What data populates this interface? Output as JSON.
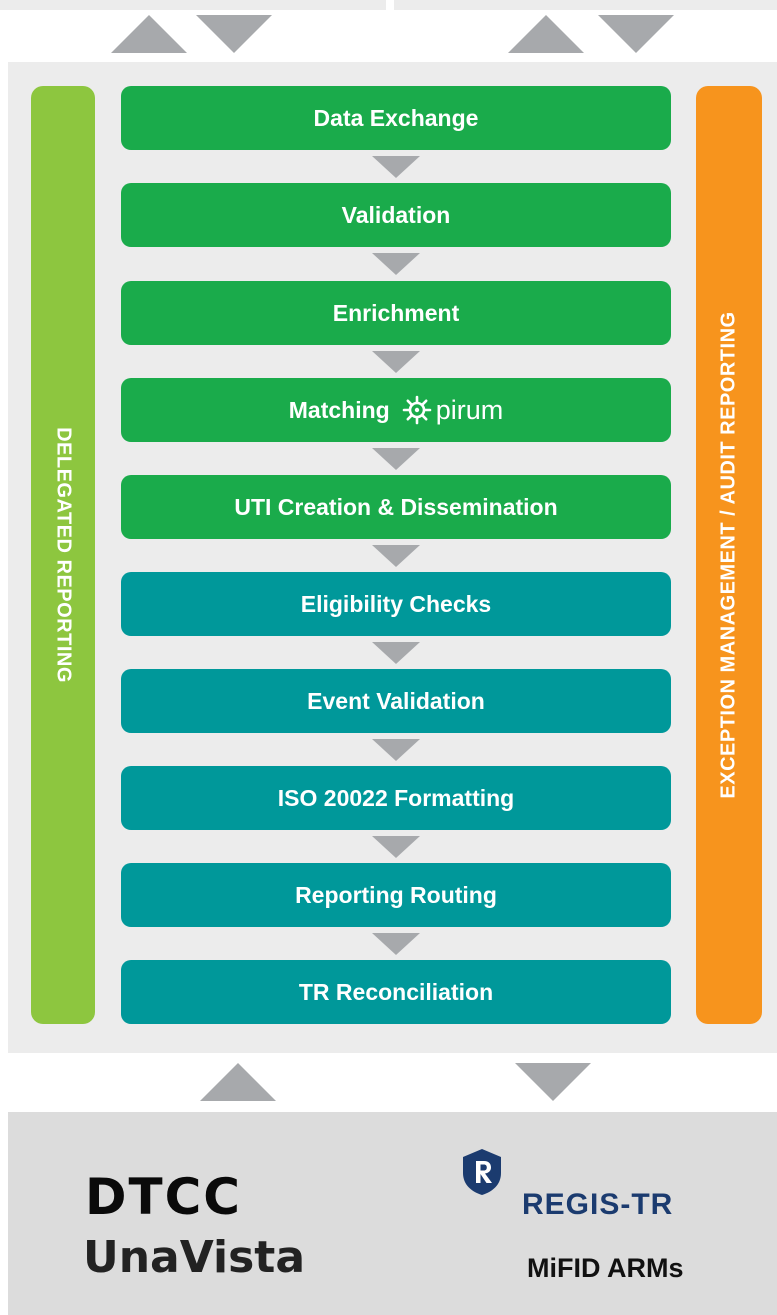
{
  "left_bar": {
    "label": "DELEGATED REPORTING"
  },
  "right_bar": {
    "label": "EXCEPTION MANAGEMENT / AUDIT REPORTING"
  },
  "steps": [
    {
      "label": "Data Exchange"
    },
    {
      "label": "Validation"
    },
    {
      "label": "Enrichment"
    },
    {
      "label": "Matching",
      "logo": "pirum"
    },
    {
      "label": "UTI Creation & Dissemination"
    },
    {
      "label": "Eligibility Checks"
    },
    {
      "label": "Event Validation"
    },
    {
      "label": "ISO 20022 Formatting"
    },
    {
      "label": "Reporting Routing"
    },
    {
      "label": "TR Reconciliation"
    }
  ],
  "destinations": {
    "left": {
      "dtcc": "DTCC",
      "unavista": "UnaVista"
    },
    "right": {
      "regis": "REGIS-TR",
      "mifid": "MiFID ARMs"
    }
  },
  "colors": {
    "green_step": "#1aab4b",
    "teal_step": "#00989a",
    "delegated_bar": "#8dc63f",
    "exception_bar": "#f7941d",
    "arrow": "#a7a9ac"
  }
}
